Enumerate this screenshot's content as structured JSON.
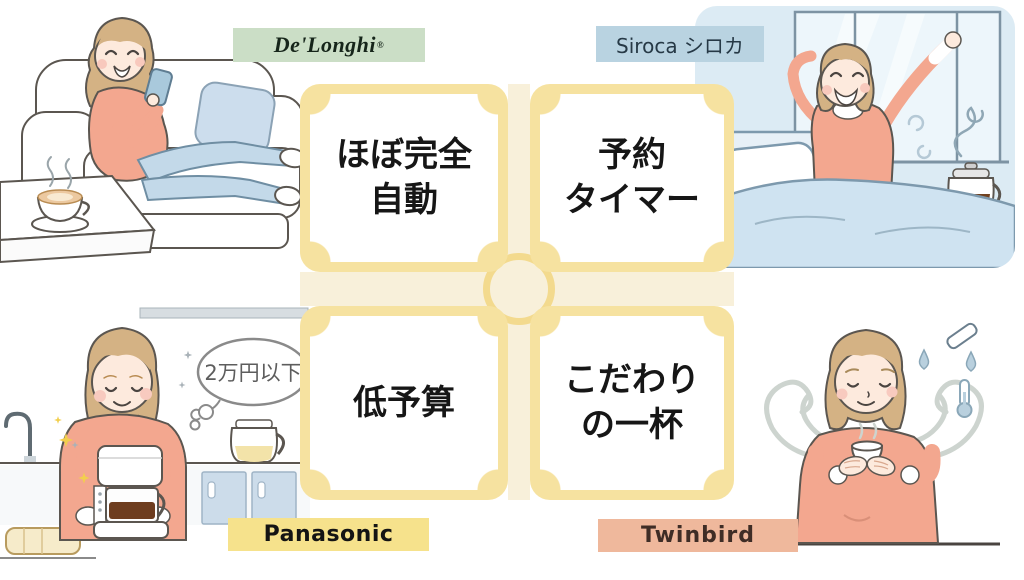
{
  "brands": {
    "delonghi": {
      "label": "De'Longhi",
      "mark": "®"
    },
    "siroca": {
      "label": "Siroca シロカ"
    },
    "panasonic": {
      "label": "Panasonic"
    },
    "twinbird": {
      "label": "Twinbird"
    }
  },
  "features": {
    "auto": {
      "line1": "ほぼ完全",
      "line2": "自動"
    },
    "timer": {
      "line1": "予約",
      "line2": "タイマー"
    },
    "budget": {
      "line1": "低予算",
      "line2": ""
    },
    "cup": {
      "line1": "こだわり",
      "line2": "の一杯"
    }
  },
  "bubble": {
    "text": "2万円以下"
  },
  "colors": {
    "frame_yellow": "#f6e2a0",
    "frame_cream": "#f8f0da",
    "delonghi_bg": "#cbdec6",
    "siroca_bg": "#b9d3e1",
    "panasonic_bg": "#f6e28c",
    "twinbird_bg": "#efb89c",
    "bedroom_bg": "#dcebf4",
    "skin": "#fdeadd",
    "hair": "#d4b284",
    "sweater": "#f3a78f",
    "denim": "#c3d9e9",
    "coffee": "#6e3d1f"
  }
}
